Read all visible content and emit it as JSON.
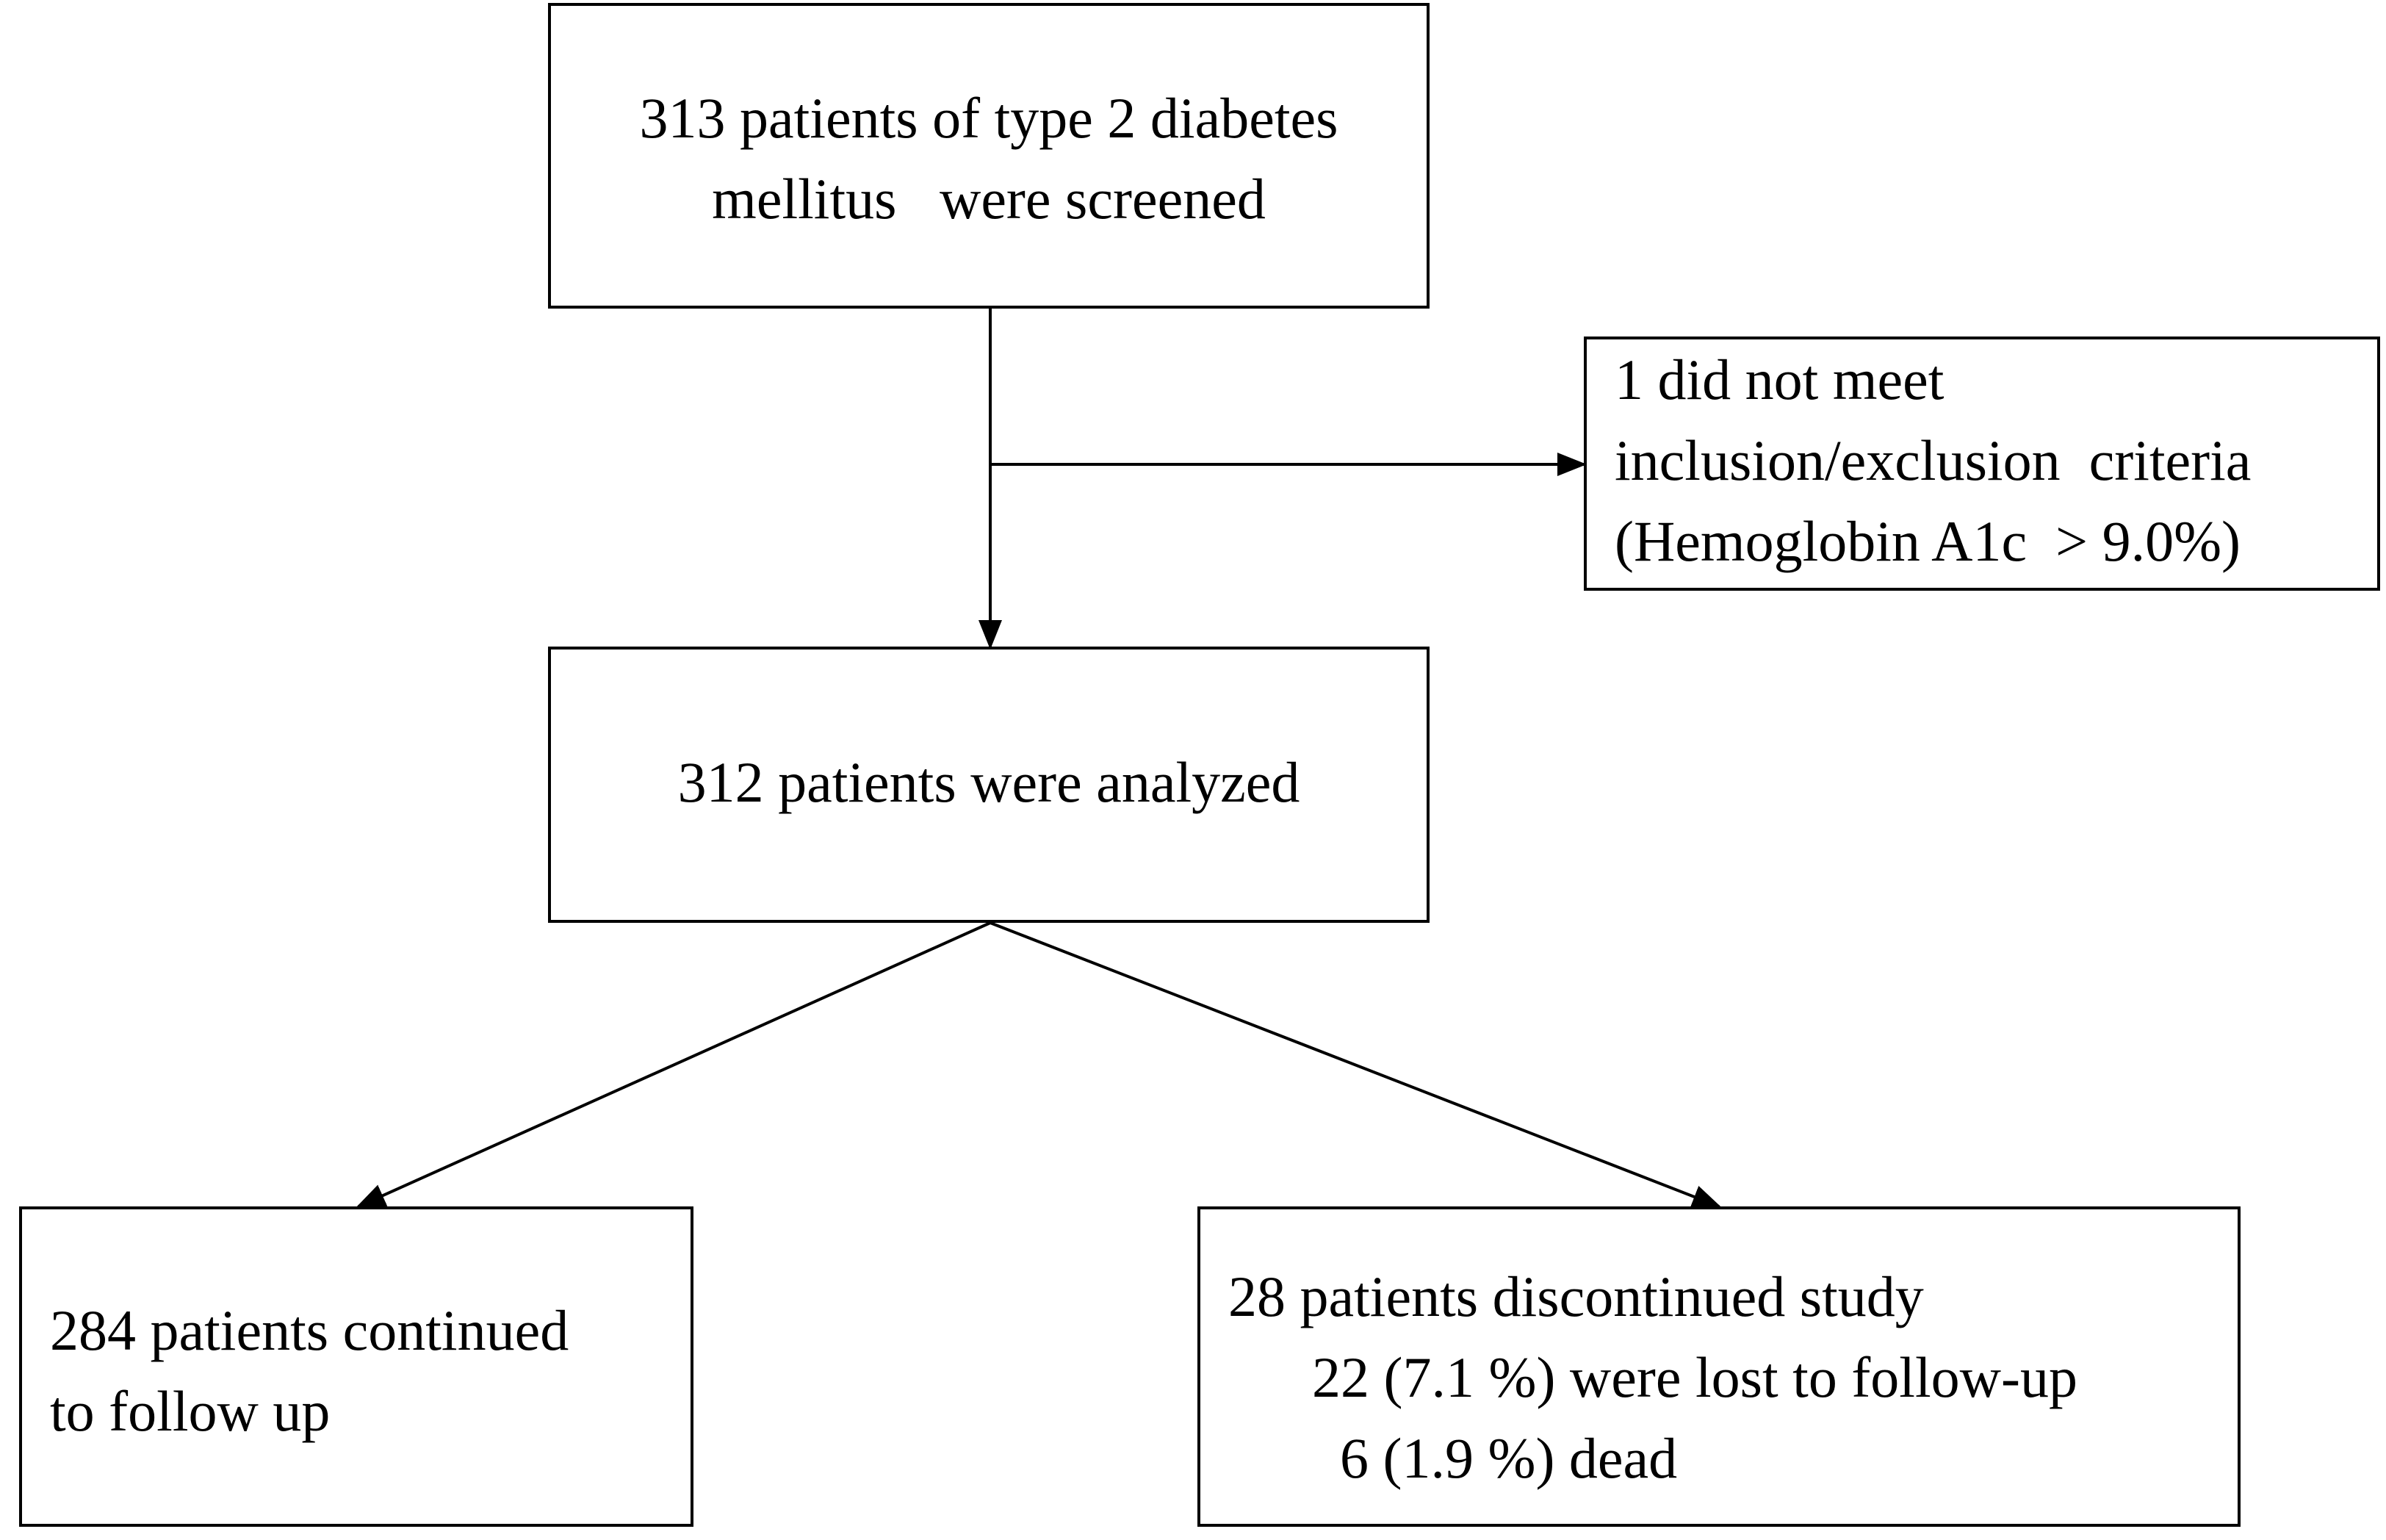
{
  "boxes": {
    "screened": {
      "lines": [
        "313 patients of type 2 diabetes",
        "mellitus   were screened"
      ]
    },
    "excluded": {
      "lines": [
        "1 did not meet",
        "inclusion/exclusion  criteria",
        "(Hemoglobin A1c  > 9.0%)"
      ]
    },
    "analyzed": {
      "lines": [
        "312 patients were analyzed"
      ]
    },
    "continued": {
      "lines": [
        "284 patients continued",
        "to follow up"
      ]
    },
    "discontinued": {
      "lines": [
        "28 patients discontinued study",
        "22 (7.1 %) were lost to follow-up",
        "6 (1.9 %) dead"
      ]
    }
  }
}
